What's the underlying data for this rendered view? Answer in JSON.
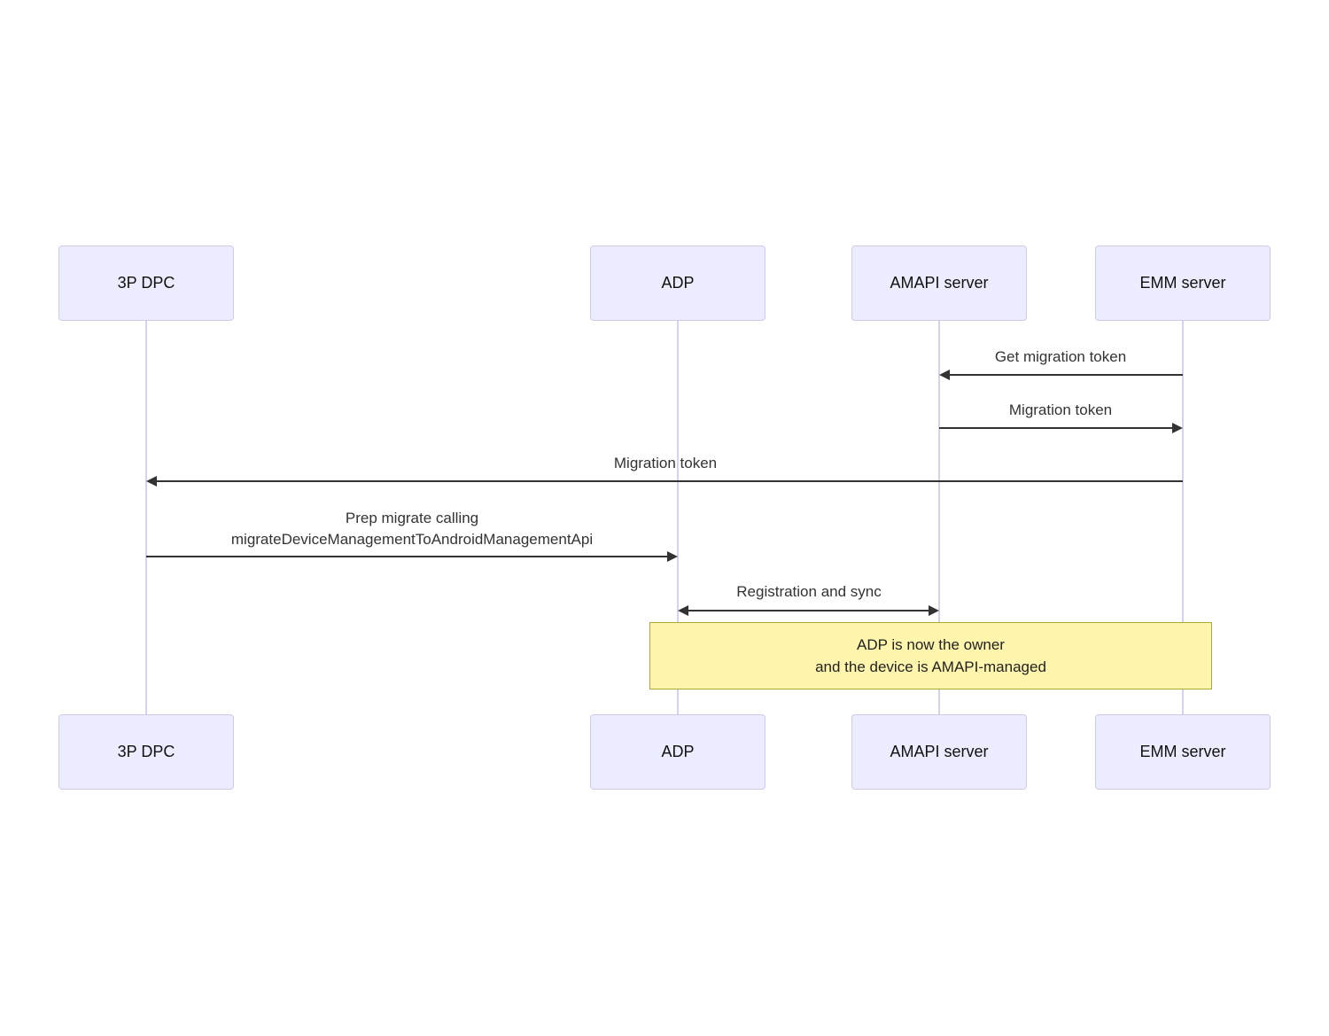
{
  "diagram_type": "sequence",
  "actors": [
    {
      "name": "3P DPC"
    },
    {
      "name": "ADP"
    },
    {
      "name": "AMAPI server"
    },
    {
      "name": "EMM server"
    }
  ],
  "messages": [
    {
      "label": "Get migration token",
      "from": "EMM server",
      "to": "AMAPI server",
      "arrow": "solid-left"
    },
    {
      "label": "Migration token",
      "from": "AMAPI server",
      "to": "EMM server",
      "arrow": "solid-right"
    },
    {
      "label": "Migration token",
      "from": "EMM server",
      "to": "3P DPC",
      "arrow": "solid-left"
    },
    {
      "lines": [
        "Prep migrate calling",
        "migrateDeviceManagementToAndroidManagementApi"
      ],
      "from": "3P DPC",
      "to": "ADP",
      "arrow": "solid-right"
    },
    {
      "label": "Registration and sync",
      "from": "ADP",
      "to": "AMAPI server",
      "arrow": "solid-both"
    }
  ],
  "note": {
    "lines": [
      "ADP is now the owner",
      "and the device is AMAPI-managed"
    ],
    "over": [
      "ADP",
      "EMM server"
    ]
  },
  "colors": {
    "actor_fill": "#ECECFF",
    "actor_border": "#CFC9EC",
    "lifeline": "#D7D0EF",
    "message_line": "#333333",
    "message_text": "#333333",
    "actor_text": "#111111",
    "note_fill": "#FFF5AD",
    "note_border": "#AAAA33",
    "background": "#FFFFFF"
  }
}
